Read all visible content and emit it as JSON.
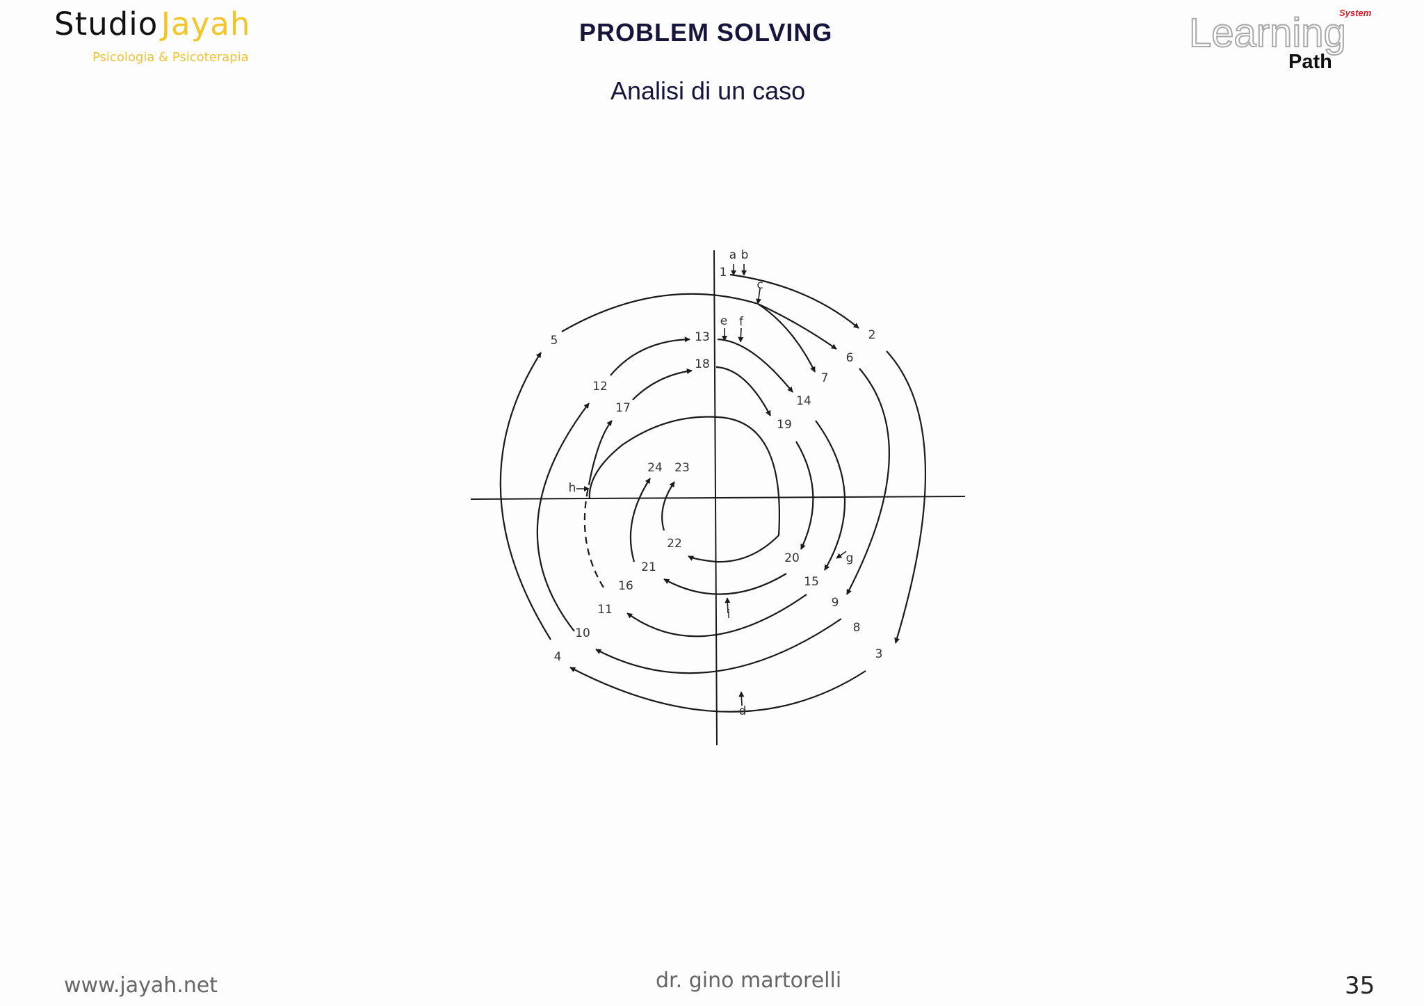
{
  "header": {
    "logo_left": {
      "word1": "Studio",
      "word2": "Jayah",
      "tagline": "Psicologia & Psicoterapia"
    },
    "title": "PROBLEM SOLVING",
    "subtitle": "Analisi di un caso",
    "logo_right": {
      "word": "Learning",
      "sub": "Path",
      "badge": "System"
    }
  },
  "diagram": {
    "step_labels": [
      "1",
      "2",
      "3",
      "4",
      "5",
      "6",
      "7",
      "8",
      "9",
      "10",
      "11",
      "12",
      "13",
      "14",
      "15",
      "16",
      "17",
      "18",
      "19",
      "20",
      "21",
      "22",
      "23",
      "24"
    ],
    "event_markers": [
      "a",
      "b",
      "c",
      "d",
      "e",
      "f",
      "g",
      "h",
      "i"
    ]
  },
  "footer": {
    "website": "www.jayah.net",
    "author": "dr. gino martorelli",
    "page_number": "35"
  }
}
